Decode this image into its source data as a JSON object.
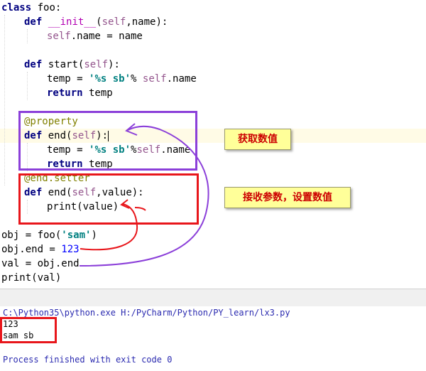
{
  "editor": {
    "lines": [
      {
        "indent": 0,
        "segments": [
          {
            "t": "kw",
            "v": "class"
          },
          {
            "t": "p",
            "v": " foo:"
          }
        ]
      },
      {
        "indent": 1,
        "segments": [
          {
            "t": "kw",
            "v": "def"
          },
          {
            "t": "p",
            "v": " "
          },
          {
            "t": "mag",
            "v": "__init__"
          },
          {
            "t": "p",
            "v": "("
          },
          {
            "t": "self",
            "v": "self"
          },
          {
            "t": "p",
            "v": ",name):"
          }
        ]
      },
      {
        "indent": 2,
        "segments": [
          {
            "t": "self",
            "v": "self"
          },
          {
            "t": "p",
            "v": ".name = name"
          }
        ]
      },
      {
        "indent": 0,
        "segments": []
      },
      {
        "indent": 1,
        "segments": [
          {
            "t": "kw",
            "v": "def"
          },
          {
            "t": "p",
            "v": " start("
          },
          {
            "t": "self",
            "v": "self"
          },
          {
            "t": "p",
            "v": "):"
          }
        ]
      },
      {
        "indent": 2,
        "segments": [
          {
            "t": "p",
            "v": "temp = "
          },
          {
            "t": "str",
            "v": "'%s sb'"
          },
          {
            "t": "p",
            "v": "% "
          },
          {
            "t": "self",
            "v": "self"
          },
          {
            "t": "p",
            "v": ".name"
          }
        ]
      },
      {
        "indent": 2,
        "segments": [
          {
            "t": "kw",
            "v": "return"
          },
          {
            "t": "p",
            "v": " temp"
          }
        ]
      },
      {
        "indent": 0,
        "segments": []
      },
      {
        "indent": 1,
        "segments": [
          {
            "t": "deco",
            "v": "@property"
          }
        ]
      },
      {
        "indent": 1,
        "segments": [
          {
            "t": "kw",
            "v": "def"
          },
          {
            "t": "p",
            "v": " end("
          },
          {
            "t": "self",
            "v": "self"
          },
          {
            "t": "p",
            "v": "):"
          }
        ],
        "caret": true,
        "highlight": true
      },
      {
        "indent": 2,
        "segments": [
          {
            "t": "p",
            "v": "temp = "
          },
          {
            "t": "str",
            "v": "'%s sb'"
          },
          {
            "t": "p",
            "v": "%"
          },
          {
            "t": "self",
            "v": "self"
          },
          {
            "t": "p",
            "v": ".name"
          }
        ]
      },
      {
        "indent": 2,
        "segments": [
          {
            "t": "kw",
            "v": "return"
          },
          {
            "t": "p",
            "v": " temp"
          }
        ]
      },
      {
        "indent": 1,
        "segments": [
          {
            "t": "deco",
            "v": "@end.setter"
          }
        ]
      },
      {
        "indent": 1,
        "segments": [
          {
            "t": "kw",
            "v": "def"
          },
          {
            "t": "p",
            "v": " end("
          },
          {
            "t": "self",
            "v": "self"
          },
          {
            "t": "p",
            "v": ",value):"
          }
        ]
      },
      {
        "indent": 2,
        "segments": [
          {
            "t": "p",
            "v": "print(value)"
          }
        ]
      },
      {
        "indent": 0,
        "segments": []
      },
      {
        "indent": 0,
        "segments": [
          {
            "t": "p",
            "v": "obj = foo("
          },
          {
            "t": "str",
            "v": "'sam'"
          },
          {
            "t": "p",
            "v": ")"
          }
        ]
      },
      {
        "indent": 0,
        "segments": [
          {
            "t": "p",
            "v": "obj.end = "
          },
          {
            "t": "num",
            "v": "123"
          }
        ]
      },
      {
        "indent": 0,
        "segments": [
          {
            "t": "p",
            "v": "val = obj.end"
          }
        ]
      },
      {
        "indent": 0,
        "segments": [
          {
            "t": "p",
            "v": "print(val)"
          }
        ]
      }
    ]
  },
  "console": {
    "command": "C:\\Python35\\python.exe H:/PyCharm/Python/PY_learn/lx3.py",
    "output_line1": "123",
    "output_line2": "sam sb",
    "exit_message": "Process finished with exit code 0"
  },
  "annotations": {
    "getter_note": "获取数值",
    "setter_note": "接收参数，设置数值",
    "purple": "#8b3fd9",
    "red": "#e8161b",
    "note_bg": "#ffff99"
  }
}
